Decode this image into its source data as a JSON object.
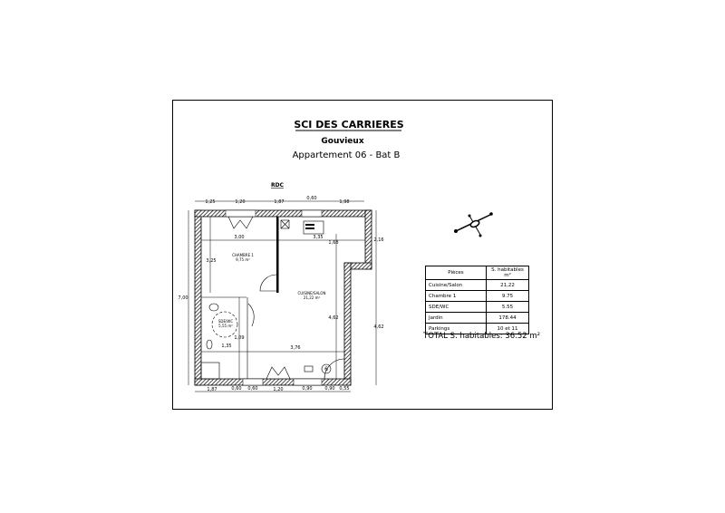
{
  "header": {
    "company": "SCI DES CARRIERES",
    "town": "Gouvieux",
    "apartment": "Appartement 06 - Bat B"
  },
  "plan": {
    "level": "RDC",
    "rooms": {
      "chambre": {
        "name": "CHAMBRE 1",
        "area": "9,75 m²"
      },
      "cuisine": {
        "name": "CUISINE/SALON",
        "area": "21,22 m²"
      },
      "sde": {
        "name": "SDE/WC",
        "area": "5,55 m²"
      }
    },
    "top_dims": [
      "1,25",
      "1,20",
      "1,87",
      "0,60",
      "1,98"
    ],
    "bottom_dims": [
      "1,87",
      "0,60",
      "0,60",
      "1,20",
      "0,90",
      "0,90",
      "0,55"
    ],
    "left_dim": "7,00",
    "right_dims": [
      "2,16",
      "4,62"
    ],
    "inner_dims": {
      "chambre_width": "3,00",
      "cuisine_width": "3,35",
      "kitchen_depth": "1,68",
      "chambre_depth": "3,25",
      "salon_depth": "4,62",
      "sde_depth": "1,09",
      "sde_width": "1,35",
      "salon_width": "3,76"
    },
    "parking_number": "6"
  },
  "table": {
    "headers": [
      "Pièces",
      "S. habitables m²"
    ],
    "rows": [
      [
        "Cuisine/Salon",
        "21,22"
      ],
      [
        "Chambre 1",
        "9.75"
      ],
      [
        "SDE/WC",
        "5.55"
      ],
      [
        "Jardin",
        "178.44"
      ],
      [
        "Parkings",
        "10 et 11"
      ]
    ],
    "total": "TOTAL S. habitables: 36.52 m²"
  }
}
